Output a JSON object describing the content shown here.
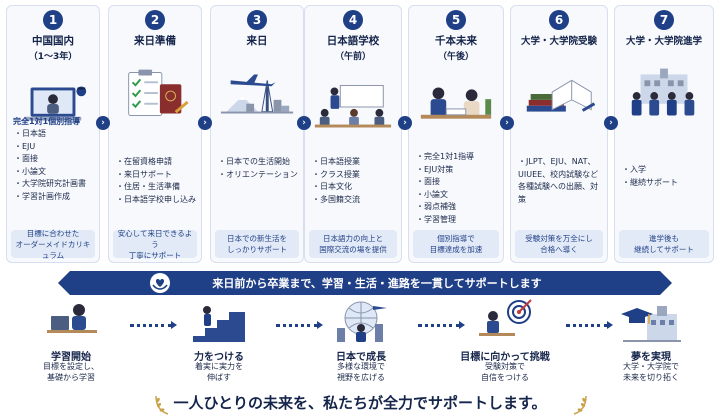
{
  "steps": [
    {
      "num": "1",
      "title": "中国国内",
      "subtitle": "（1〜3年）",
      "lead": "完全1対1個別指導",
      "items": [
        "日本語",
        "EJU",
        "面接",
        "小論文",
        "大学院研究計画書",
        "学習計画作成"
      ],
      "foot": [
        "目標に合わせた",
        "オーダーメイドカリキュラム"
      ]
    },
    {
      "num": "2",
      "title": "来日準備",
      "subtitle": "",
      "lead": "",
      "items": [
        "在留資格申請",
        "来日サポート",
        "住居・生活準備",
        "日本語学校申し込み"
      ],
      "foot": [
        "安心して来日できるよう",
        "丁寧にサポート"
      ]
    },
    {
      "num": "3",
      "title": "来日",
      "subtitle": "",
      "lead": "",
      "items": [
        "日本での生活開始",
        "オリエンテーション"
      ],
      "foot": [
        "日本での新生活を",
        "しっかりサポート"
      ]
    },
    {
      "num": "4",
      "title": "日本語学校",
      "subtitle": "（午前）",
      "lead": "",
      "items": [
        "日本語授業",
        "クラス授業",
        "日本文化",
        "多国籍交流"
      ],
      "foot": [
        "日本語力の向上と",
        "国際交流の場を提供"
      ]
    },
    {
      "num": "5",
      "title": "千本未来",
      "subtitle": "（午後）",
      "lead": "",
      "items": [
        "完全1対1指導",
        "EJU対策",
        "面接",
        "小論文",
        "弱点補強",
        "学習管理"
      ],
      "foot": [
        "個別指導で",
        "目標達成を加速"
      ]
    },
    {
      "num": "6",
      "title": "大学・大学院受験",
      "subtitle": "",
      "lead": "",
      "items": [
        "JLPT、EJU、NAT、UIUEE、校内試験など各種試験への出願、対策"
      ],
      "foot": [
        "受験対策を万全にし",
        "合格へ導く"
      ]
    },
    {
      "num": "7",
      "title": "大学・大学院進学",
      "subtitle": "",
      "lead": "",
      "items": [
        "入学",
        "継続サポート"
      ],
      "foot": [
        "進学後も",
        "継続してサポート"
      ]
    }
  ],
  "banner": "来日前から卒業まで、学習・生活・進路を一貫してサポートします",
  "flow": [
    {
      "title": "学習開始",
      "desc": [
        "目標を設定し、",
        "基礎から学習"
      ]
    },
    {
      "title": "力をつける",
      "desc": [
        "着実に実力を",
        "伸ばす"
      ]
    },
    {
      "title": "日本で成長",
      "desc": [
        "多様な環境で",
        "視野を広げる"
      ]
    },
    {
      "title": "目標に向かって挑戦",
      "desc": [
        "受験対策で",
        "自信をつける"
      ]
    },
    {
      "title": "夢を実現",
      "desc": [
        "大学・大学院で",
        "未来を切り拓く"
      ]
    }
  ],
  "slogan": "一人ひとりの未来を、私たちが全力でサポートします。",
  "colors": {
    "navy": "#1f3f86",
    "card_bg": "#f7f9fd",
    "foot_bg": "#e3eaf7"
  }
}
